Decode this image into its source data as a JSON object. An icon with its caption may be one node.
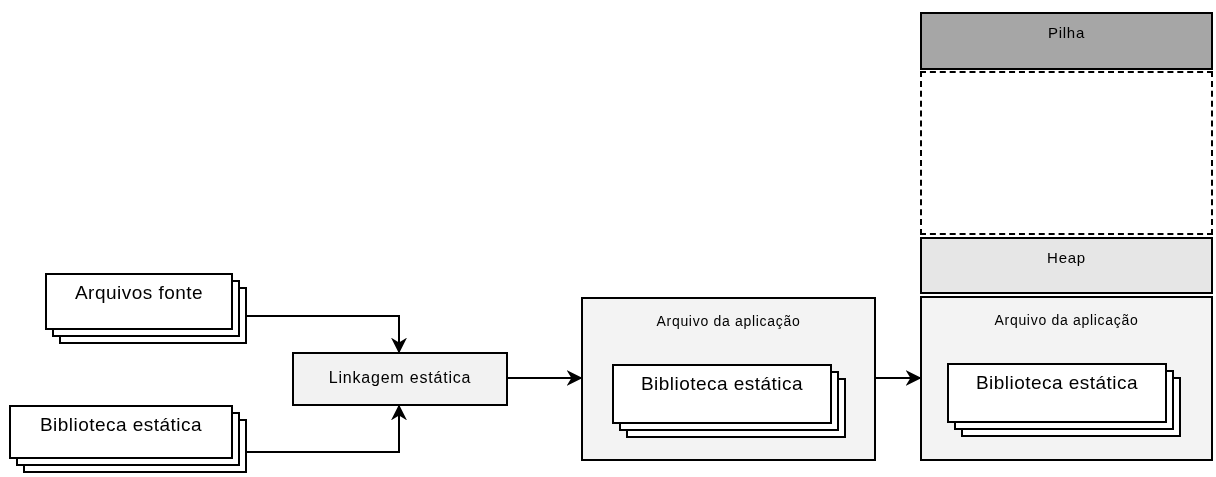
{
  "diagram": {
    "nodes": [
      {
        "text": [
          "Arquivos fonte"
        ]
      },
      {
        "text": [
          "Biblioteca estática"
        ]
      },
      {
        "text": [
          "Linkagem estática"
        ]
      },
      {
        "text": [
          "Arquivo da aplicação"
        ]
      },
      {
        "text": [
          "Biblioteca estática"
        ],
        "in": 3
      },
      {
        "text": [
          "Pilha"
        ]
      },
      {
        "text": [],
        "shape": "box"
      },
      {
        "text": [
          "Heap"
        ]
      },
      {
        "text": [
          "Arquivo da aplicação"
        ]
      },
      {
        "text": [
          "Biblioteca estática"
        ],
        "in": 8
      }
    ],
    "edges": [
      {
        "from": 0,
        "to": 2,
        "arrow": "to"
      },
      {
        "from": 1,
        "to": 2,
        "arrow": "to"
      },
      {
        "from": 2,
        "to": 3,
        "arrow": "to"
      },
      {
        "from": 3,
        "to": 8,
        "arrow": "to"
      }
    ]
  }
}
